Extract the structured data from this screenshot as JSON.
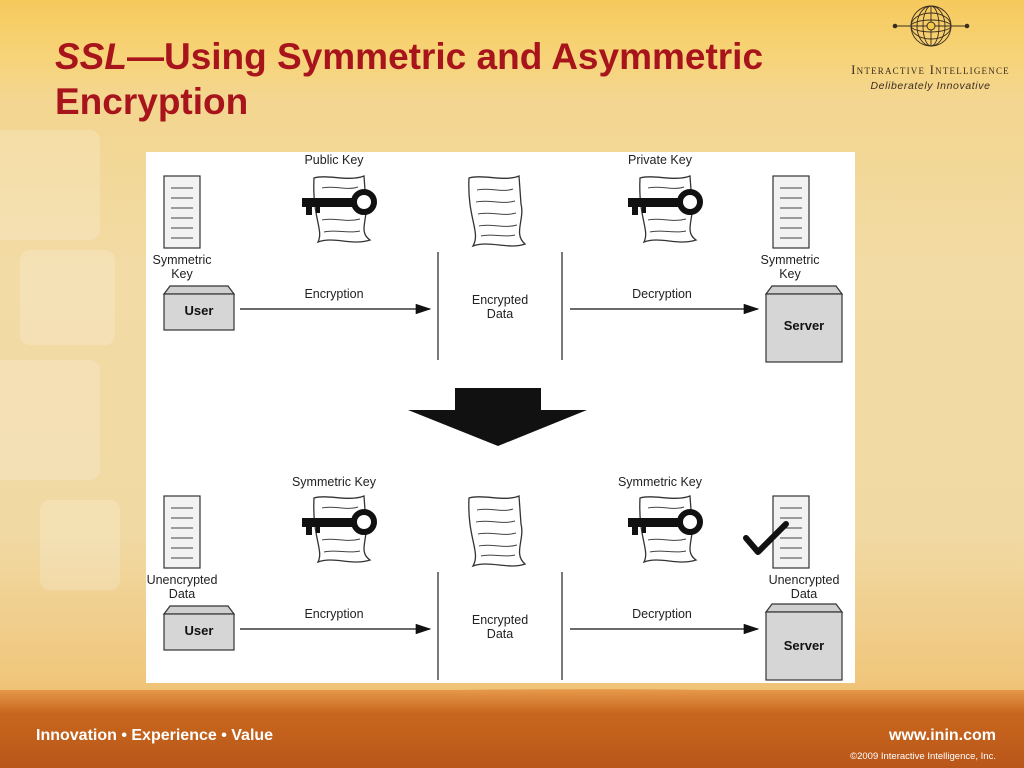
{
  "slide": {
    "title_italic": "SSL",
    "title_rest": "—Using Symmetric and Asymmetric Encryption"
  },
  "logo": {
    "company": "Interactive Intelligence",
    "tagline": "Deliberately Innovative"
  },
  "diagram": {
    "top": {
      "public_key_label": "Public Key",
      "private_key_label": "Private Key",
      "user_doc_label_line1": "Symmetric",
      "user_doc_label_line2": "Key",
      "server_doc_label_line1": "Symmetric",
      "server_doc_label_line2": "Key",
      "user_box": "User",
      "server_box": "Server",
      "encryption_label": "Encryption",
      "decryption_label": "Decryption",
      "encrypted_line1": "Encrypted",
      "encrypted_line2": "Data"
    },
    "bottom": {
      "left_key_label": "Symmetric Key",
      "right_key_label": "Symmetric Key",
      "user_doc_label_line1": "Unencrypted",
      "user_doc_label_line2": "Data",
      "server_doc_label_line1": "Unencrypted",
      "server_doc_label_line2": "Data",
      "user_box": "User",
      "server_box": "Server",
      "encryption_label": "Encryption",
      "decryption_label": "Decryption",
      "encrypted_line1": "Encrypted",
      "encrypted_line2": "Data"
    }
  },
  "footer": {
    "tagline": "Innovation • Experience • Value",
    "url": "www.inin.com",
    "copyright": "©2009 Interactive Intelligence, Inc."
  },
  "colors": {
    "title": "#a8141b",
    "footer": "#c8671d"
  }
}
